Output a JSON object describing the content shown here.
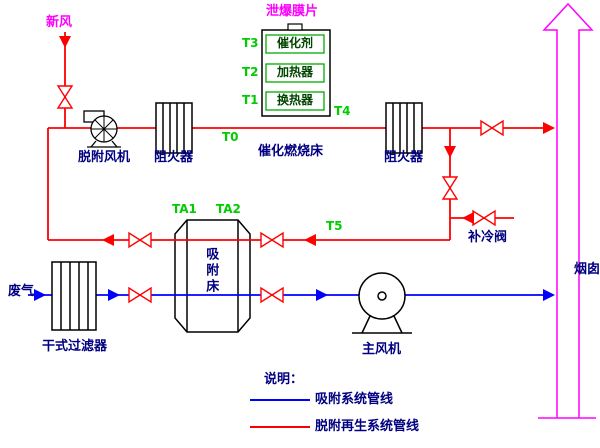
{
  "labels": {
    "fresh_air": "新风",
    "explosion_vent": "泄爆膜片",
    "desorption_fan": "脱附风机",
    "flame_arrester_left": "阻火器",
    "flame_arrester_right": "阻火器",
    "catalytic_bed": "催化燃烧床",
    "catalyst": "催化剂",
    "heater": "加热器",
    "heat_exchanger": "换热器",
    "adsorption_bed": "吸附床",
    "cooling_makeup_valve": "补冷阀",
    "waste_gas": "废气",
    "dry_filter": "干式过滤器",
    "main_fan": "主风机",
    "chimney": "烟囱"
  },
  "temps": {
    "t0": "T0",
    "t1": "T1",
    "t2": "T2",
    "t3": "T3",
    "t4": "T4",
    "t5": "T5",
    "ta1": "TA1",
    "ta2": "TA2"
  },
  "legend": {
    "title": "说明：",
    "items": [
      {
        "label": "吸附系统管线",
        "color": "#0000ff"
      },
      {
        "label": "脱附再生系统管线",
        "color": "#ff0000"
      }
    ]
  },
  "colors": {
    "adsorption_line": "#0000ff",
    "desorption_line": "#ff0000",
    "callout_magenta": "#ff00ff",
    "temp_green": "#00cc00",
    "equipment_label_navy": "#000080",
    "equipment_outline": "#000000"
  }
}
